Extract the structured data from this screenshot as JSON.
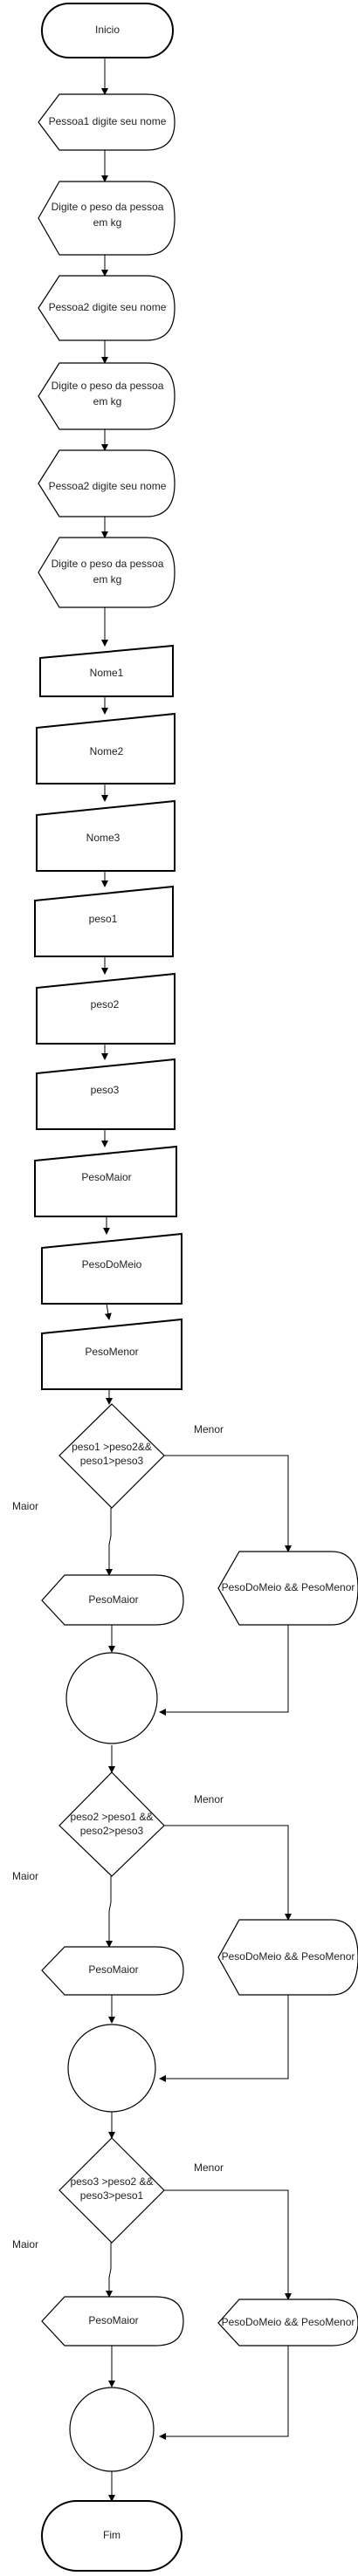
{
  "flow": {
    "start": "Inicio",
    "end": "Fim",
    "displays": [
      "Pessoa1 digite seu nome",
      "Digite o peso da pessoa em kg",
      "Pessoa2 digite seu nome",
      "Digite o peso da pessoa em kg",
      "Pessoa2 digite seu nome",
      "Digite o peso da pessoa em kg"
    ],
    "inputs": [
      "Nome1",
      "Nome2",
      "Nome3",
      "peso1",
      "peso2",
      "peso3",
      "PesoMaior",
      "PesoDoMeio",
      "PesoMenor"
    ],
    "decisions": [
      {
        "condition": "peso1 >peso2&& peso1>peso3",
        "yes_label": "Maior",
        "no_label": "Menor",
        "yes_output": "PesoMaior",
        "no_output": "PesoDoMeio && PesoMenor"
      },
      {
        "condition": "peso2 >peso1 && peso2>peso3",
        "yes_label": "Maior",
        "no_label": "Menor",
        "yes_output": "PesoMaior",
        "no_output": "PesoDoMeio && PesoMenor"
      },
      {
        "condition": "peso3 >peso2 && peso3>peso1",
        "yes_label": "Maior",
        "no_label": "Menor",
        "yes_output": "PesoMaior",
        "no_output": "PesoDoMeio && PesoMenor"
      }
    ]
  }
}
